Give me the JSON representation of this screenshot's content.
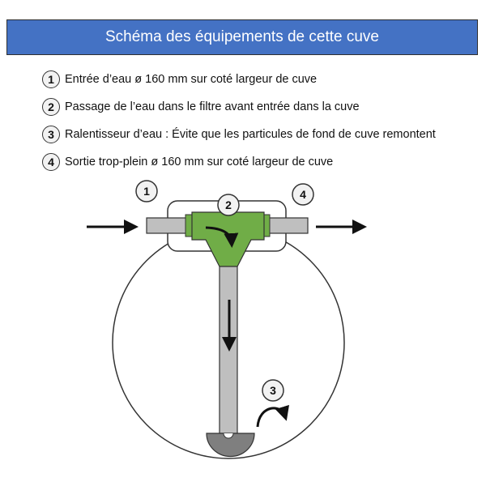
{
  "title": "Schéma des équipements de cette cuve",
  "legend": [
    {
      "number": "1",
      "text": "Entrée d’eau ø 160 mm sur coté largeur de cuve"
    },
    {
      "number": "2",
      "text": "Passage de l’eau dans le filtre avant entrée dans la cuve"
    },
    {
      "number": "3",
      "text": "Ralentisseur d’eau : Évite que les particules de fond de cuve remontent"
    },
    {
      "number": "4",
      "text": "Sortie trop-plein ø 160 mm sur coté largeur de cuve"
    }
  ],
  "diagram": {
    "markers": [
      "1",
      "2",
      "3",
      "4"
    ]
  },
  "colors": {
    "title_background": "#4472C4",
    "filter_green": "#70AD47",
    "pipe_grey": "#BFBFBF",
    "slowdown_grey": "#7F7F7F",
    "outline": "#333333"
  }
}
